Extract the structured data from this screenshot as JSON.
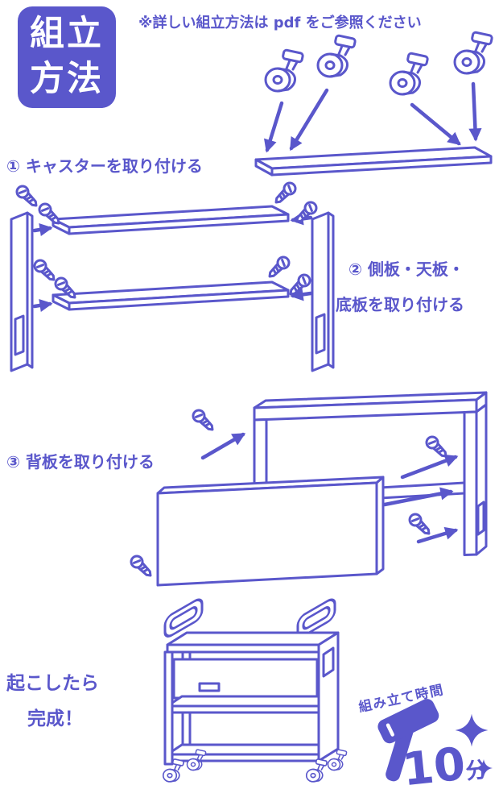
{
  "colors": {
    "primary": "#5a57cb",
    "background": "#ffffff"
  },
  "header": {
    "badge_line1": "組立",
    "badge_line2": "方法",
    "note": "※詳しい組立方法は pdf をご参照ください"
  },
  "steps": {
    "step1": {
      "label": "① キャスターを取り付ける"
    },
    "step2": {
      "label_line1": "② 側板・天板・",
      "label_line2": "底板を取り付ける"
    },
    "step3": {
      "label": "③ 背板を取り付ける"
    }
  },
  "finish": {
    "line1": "起こしたら",
    "line2": "完成！"
  },
  "time": {
    "label": "組み立て時間",
    "value": "10",
    "unit": "分"
  },
  "icons": {
    "caster": "caster-wheel-icon",
    "screw": "screw-icon",
    "arrow": "assembly-arrow-icon",
    "hammer": "hammer-icon",
    "sparkle": "sparkle-icon"
  }
}
